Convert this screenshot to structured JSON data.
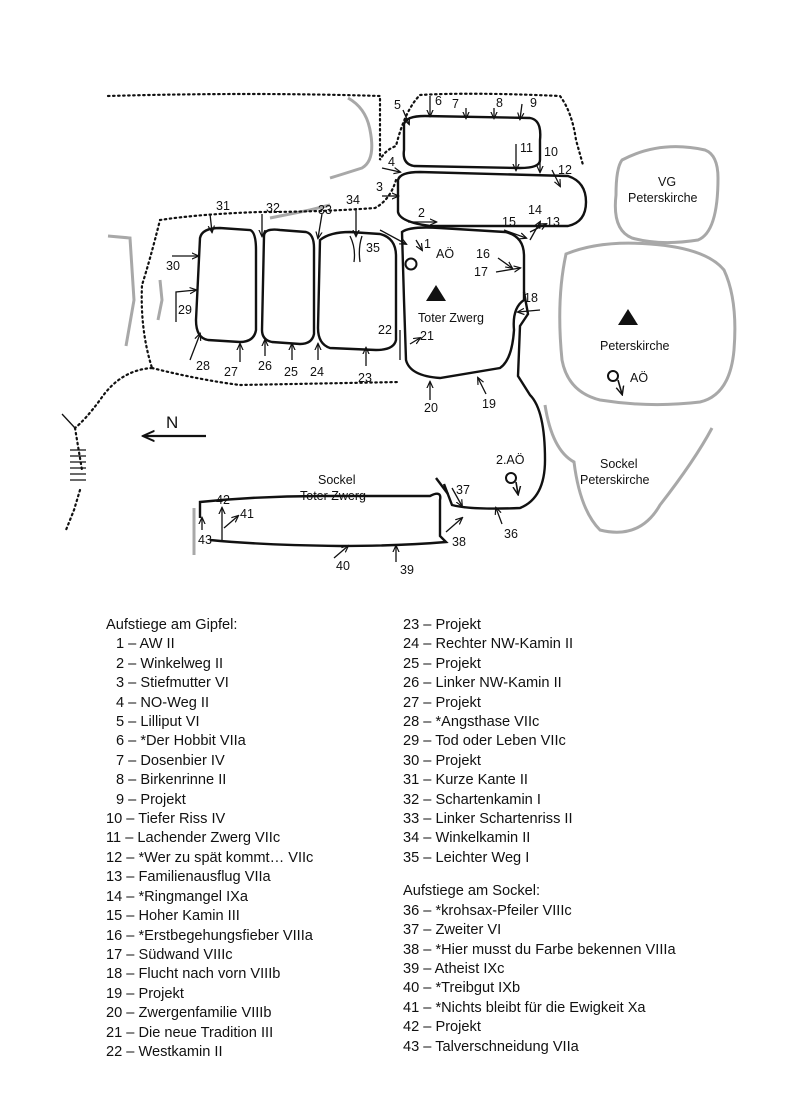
{
  "map": {
    "north_label": "N",
    "summit_labels": {
      "toter_zwerg": "Toter Zwerg",
      "peterskirche": "Peterskirche",
      "vg_peterskirche_1": "VG",
      "vg_peterskirche_2": "Peterskirche",
      "sockel_tz_1": "Sockel",
      "sockel_tz_2": "Toter Zwerg",
      "sockel_pk_1": "Sockel",
      "sockel_pk_2": "Peterskirche",
      "aoe_1": "AÖ",
      "aoe_peterskirche": "AÖ",
      "aoe_2": "2.AÖ"
    },
    "route_numbers": [
      "1",
      "2",
      "3",
      "4",
      "5",
      "6",
      "7",
      "8",
      "9",
      "10",
      "11",
      "12",
      "13",
      "14",
      "15",
      "16",
      "17",
      "18",
      "19",
      "20",
      "21",
      "22",
      "23",
      "24",
      "25",
      "26",
      "27",
      "28",
      "29",
      "30",
      "31",
      "32",
      "33",
      "34",
      "35",
      "36",
      "37",
      "38",
      "39",
      "40",
      "41",
      "42",
      "43"
    ]
  },
  "legend": {
    "summit_heading": "Aufstiege am Gipfel:",
    "summit_routes": [
      "1 – AW II",
      "2 – Winkelweg II",
      "3 – Stiefmutter VI",
      "4 – NO-Weg II",
      "5 – Lilliput VI",
      "6 – *Der Hobbit VIIa",
      "7 – Dosenbier IV",
      "8 – Birkenrinne II",
      "9 – Projekt",
      "10 – Tiefer Riss IV",
      "11 – Lachender Zwerg VIIc",
      "12 – *Wer zu spät kommt… VIIc",
      "13 – Familienausflug VIIa",
      "14 – *Ringmangel IXa",
      "15 – Hoher Kamin III",
      "16 – *Erstbegehungsfieber VIIIa",
      "17 – Südwand VIIIc",
      "18 – Flucht nach vorn VIIIb",
      "19 – Projekt",
      "20 – Zwergenfamilie VIIIb",
      "21 – Die neue Tradition III",
      "22 – Westkamin II",
      "23 – Projekt",
      "24 – Rechter NW-Kamin II",
      "25 – Projekt",
      "26 – Linker NW-Kamin II",
      "27 – Projekt",
      "28 – *Angsthase VIIc",
      "29 – Tod oder Leben VIIc",
      "30 – Projekt",
      "31 – Kurze Kante II",
      "32 – Schartenkamin I",
      "33 – Linker Schartenriss II",
      "34 – Winkelkamin II",
      "35 – Leichter Weg I"
    ],
    "socket_heading": "Aufstiege am Sockel:",
    "socket_routes": [
      "36 – *krohsax-Pfeiler VIIIc",
      "37 – Zweiter VI",
      "38 – *Hier musst du Farbe bekennen VIIIa",
      "39 – Atheist IXc",
      "40 – *Treibgut IXb",
      "41 – *Nichts bleibt für die Ewigkeit Xa",
      "42 – Projekt",
      "43 – Talverschneidung VIIa"
    ]
  }
}
